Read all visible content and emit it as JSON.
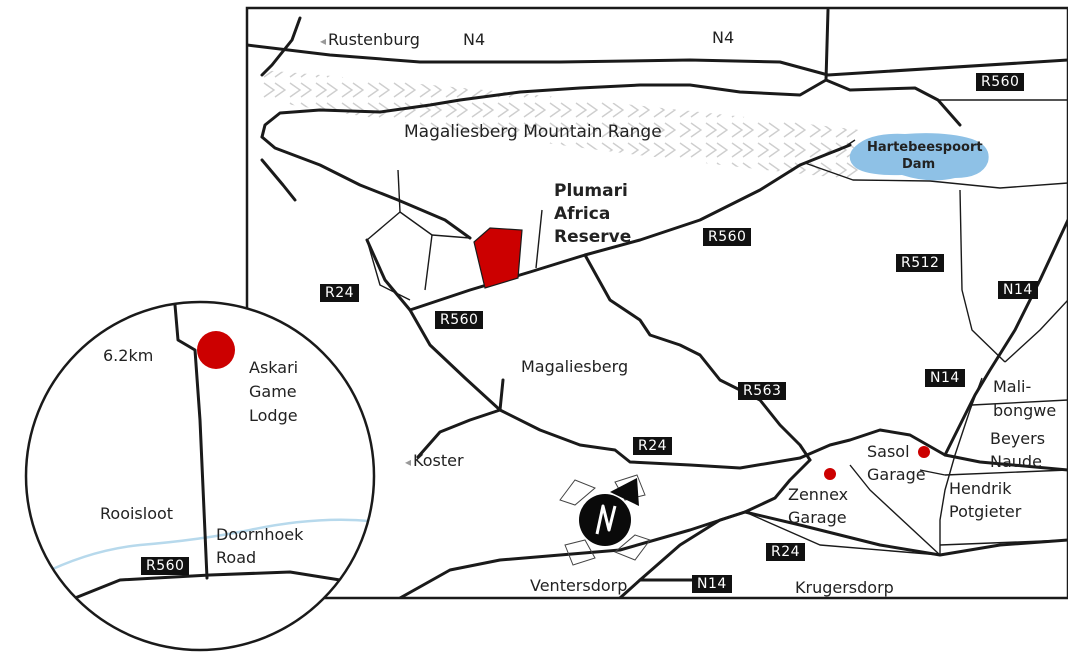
{
  "places": {
    "rustenburg": "Rustenburg",
    "mountain_range": "Magaliesberg Mountain Range",
    "dam_line1": "Hartebeespoort",
    "dam_line2": "Dam",
    "reserve_line1": "Plumari",
    "reserve_line2": "Africa",
    "reserve_line3": "Reserve",
    "magaliesberg": "Magaliesberg",
    "koster": "Koster",
    "ventersdorp": "Ventersdorp",
    "krugersdorp": "Krugersdorp",
    "zennex_line1": "Zennex",
    "zennex_line2": "Garage",
    "sasol_line1": "Sasol",
    "sasol_line2": "Garage",
    "hendrik_line1": "Hendrik",
    "hendrik_line2": "Potgieter",
    "beyers_line1": "Beyers",
    "beyers_line2": "Naude",
    "malibongwe_line1": "Mali-",
    "malibongwe_line2": "bongwe"
  },
  "roads": {
    "n4_west": "N4",
    "n4_east": "N4",
    "r560_ne": "R560",
    "r560_mid": "R560",
    "r560_west": "R560",
    "r512": "R512",
    "n14_north": "N14",
    "n14_mid": "N14",
    "n14_south": "N14",
    "r24_west": "R24",
    "r24_mid": "R24",
    "r24_south": "R24",
    "r563": "R563"
  },
  "inset": {
    "distance": "6.2km",
    "lodge_line1": "Askari",
    "lodge_line2": "Game",
    "lodge_line3": "Lodge",
    "rooisloot": "Rooisloot",
    "road_line1": "Doornhoek",
    "road_line2": "Road",
    "road_badge": "R560"
  },
  "compass": {
    "letter": "N"
  },
  "colors": {
    "reserve": "#cc0000",
    "lodge_marker": "#cc0000",
    "garage_marker": "#cc0000",
    "dam_water": "#8ec1e6",
    "river": "#b7d9ec",
    "road": "#1a1a1a",
    "badge_bg": "#111111"
  }
}
